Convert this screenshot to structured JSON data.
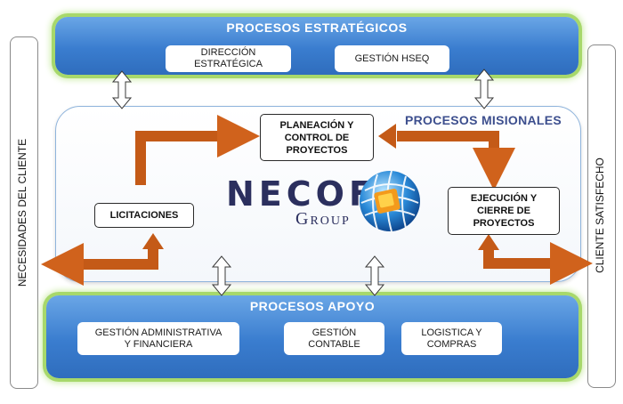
{
  "strategic": {
    "title": "PROCESOS  ESTRATÉGICOS",
    "items": [
      "DIRECCIÓN\nESTRATÉGICA",
      "GESTIÓN HSEQ"
    ]
  },
  "missional": {
    "title": "PROCESOS MISIONALES",
    "items": [
      "PLANEACIÓN Y\nCONTROL DE\nPROYECTOS",
      "LICITACIONES",
      "EJECUCIÓN Y\nCIERRE DE\nPROYECTOS"
    ]
  },
  "support": {
    "title": "PROCESOS APOYO",
    "items": [
      "GESTIÓN ADMINISTRATIVA\nY FINANCIERA",
      "GESTIÓN\nCONTABLE",
      "LOGISTICA Y\nCOMPRAS"
    ]
  },
  "sides": {
    "left": "NECESIDADES DEL CLIENTE",
    "right": "CLIENTE SATISFECHO"
  },
  "logo": {
    "brand": "NECOF",
    "sub": "Group"
  },
  "colors": {
    "band_blue": "#3a7dcf",
    "glow_green": "#a7d86b",
    "arrow_orange": "#d0621c",
    "logo_navy": "#2b2f5e"
  }
}
